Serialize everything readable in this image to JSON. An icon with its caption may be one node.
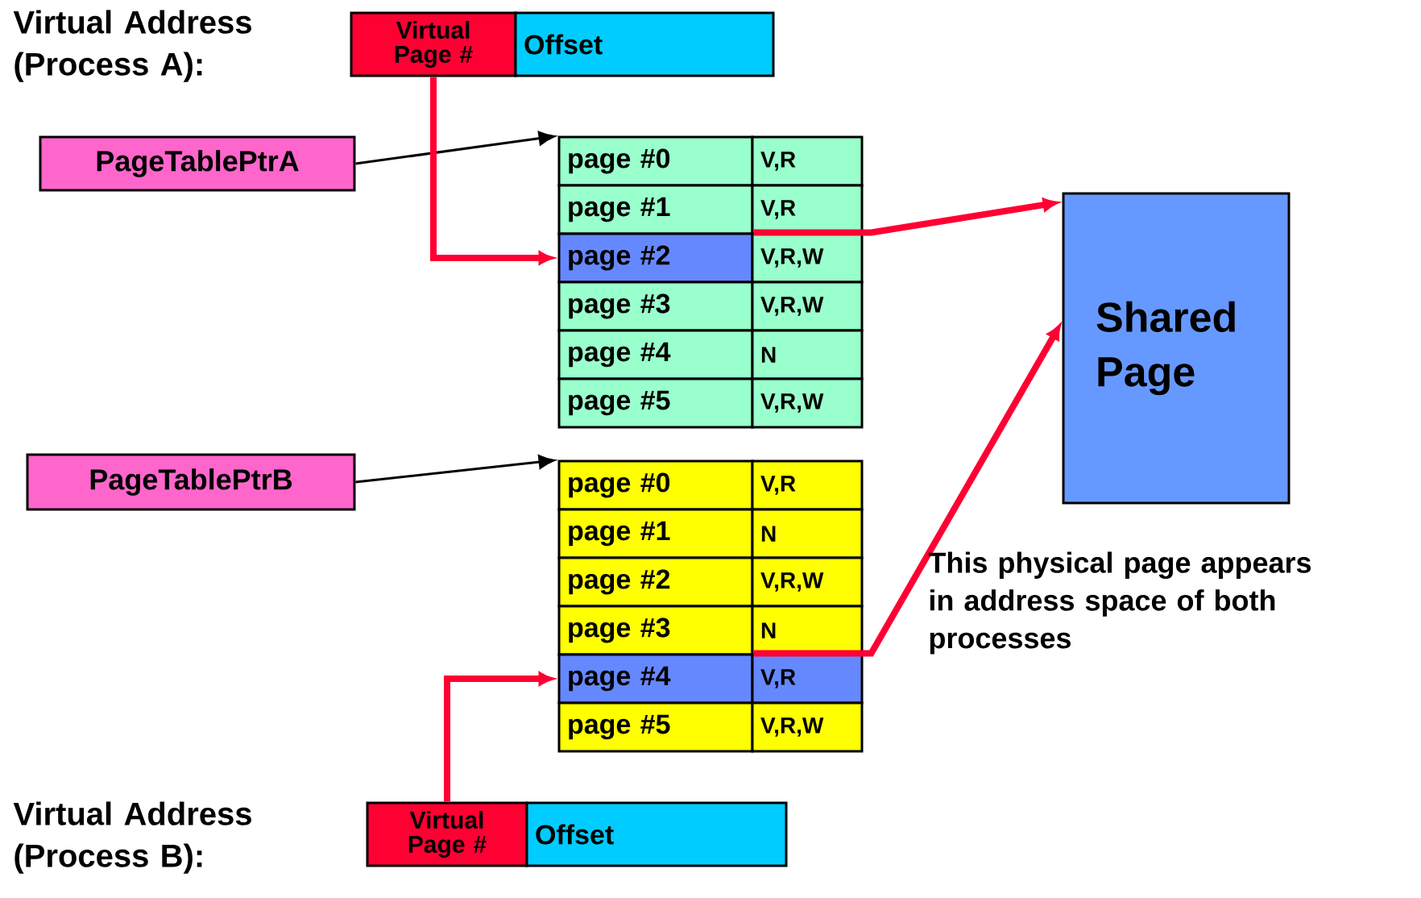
{
  "diagram": {
    "nodes": [
      {
        "text": [
          "Virtual Page #"
        ]
      },
      {
        "text": [
          "Offset"
        ]
      },
      {
        "text": [
          "PageTablePtrA"
        ]
      },
      {
        "text": [
          "page #0"
        ]
      },
      {
        "text": [
          "V,R"
        ]
      },
      {
        "text": [
          "page #1"
        ]
      },
      {
        "text": [
          "V,R"
        ]
      },
      {
        "text": [
          "page #2"
        ]
      },
      {
        "text": [
          "V,R,W"
        ]
      },
      {
        "text": [
          "page #3"
        ]
      },
      {
        "text": [
          "V,R,W"
        ]
      },
      {
        "text": [
          "page #4"
        ]
      },
      {
        "text": [
          "N"
        ]
      },
      {
        "text": [
          "page #5"
        ]
      },
      {
        "text": [
          "V,R,W"
        ]
      },
      {
        "text": [
          "PageTablePtrB"
        ]
      },
      {
        "text": [
          "page #0"
        ]
      },
      {
        "text": [
          "V,R"
        ]
      },
      {
        "text": [
          "page #1"
        ]
      },
      {
        "text": [
          "N"
        ]
      },
      {
        "text": [
          "page #2"
        ]
      },
      {
        "text": [
          "V,R,W"
        ]
      },
      {
        "text": [
          "page #3"
        ]
      },
      {
        "text": [
          "N"
        ]
      },
      {
        "text": [
          "page #4"
        ]
      },
      {
        "text": [
          "V,R"
        ]
      },
      {
        "text": [
          "page #5"
        ]
      },
      {
        "text": [
          "V,R,W"
        ]
      },
      {
        "text": [
          "Shared Page"
        ]
      },
      {
        "text": [
          "Virtual Page #"
        ]
      },
      {
        "text": [
          "Offset"
        ]
      }
    ],
    "edges": [
      {
        "from": 2,
        "to": 3,
        "arrow": "to",
        "color": "#000000"
      },
      {
        "from": 0,
        "to": 7,
        "arrow": "to"
      },
      {
        "from": 7,
        "to": 28,
        "arrow": "to"
      },
      {
        "from": 15,
        "to": 16,
        "arrow": "to",
        "color": "#000000"
      },
      {
        "from": 29,
        "to": 24,
        "arrow": "to"
      },
      {
        "from": 24,
        "to": 28,
        "arrow": "to"
      }
    ],
    "labels": [
      "Virtual Address (Process A):",
      "Virtual Address (Process B):",
      "This physical page appears in address space of both processes"
    ]
  }
}
